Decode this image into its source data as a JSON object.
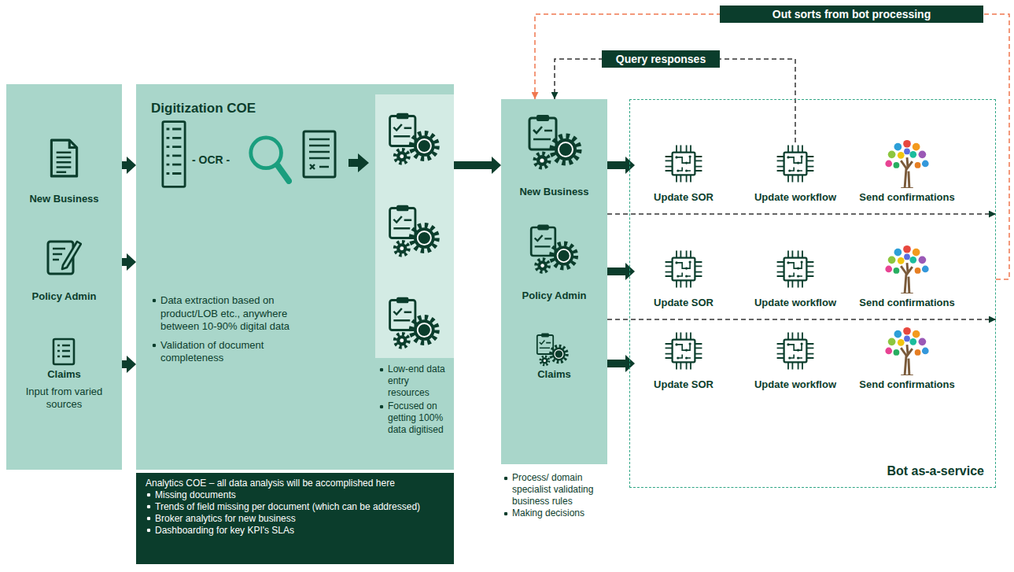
{
  "diagram": {
    "nodes": [
      {
        "text": [
          "Input from varied sources"
        ]
      },
      {
        "text": [
          "New Business"
        ],
        "in": 0
      },
      {
        "text": [
          "Policy Admin"
        ],
        "in": 0
      },
      {
        "text": [
          "Claims"
        ],
        "in": 0
      },
      {
        "text": [
          "Digitization COE",
          "Data extraction based on product/LOB etc., anywhere between 10-90% digital data",
          "Validation of document completeness"
        ]
      },
      {
        "text": [
          "Low-end data entry resources",
          "Focused on getting 100% data digitised"
        ],
        "in": 4
      },
      {
        "text": [
          "Analytics COE – all data analysis will be accomplished here",
          "Missing documents",
          "Trends of field missing per document (which can be addressed)",
          "Broker analytics for new business",
          "Dashboarding for key KPI's SLAs"
        ]
      },
      {
        "text": [
          "Process/ domain specialist validating business rules",
          "Making decisions"
        ]
      },
      {
        "text": [
          "New Business"
        ],
        "in": 7
      },
      {
        "text": [
          "Policy Admin"
        ],
        "in": 7
      },
      {
        "text": [
          "Claims"
        ],
        "in": 7
      },
      {
        "text": [
          "Bot as-a-service"
        ]
      },
      {
        "text": [
          "Update SOR"
        ],
        "in": 11
      },
      {
        "text": [
          "Update workflow"
        ],
        "in": 11
      },
      {
        "text": [
          "Send confirmations"
        ],
        "in": 11
      },
      {
        "text": [
          "Update SOR"
        ],
        "in": 11
      },
      {
        "text": [
          "Update workflow"
        ],
        "in": 11
      },
      {
        "text": [
          "Send confirmations"
        ],
        "in": 11
      },
      {
        "text": [
          "Update SOR"
        ],
        "in": 11
      },
      {
        "text": [
          "Update workflow"
        ],
        "in": 11
      },
      {
        "text": [
          "Send confirmations"
        ],
        "in": 11
      }
    ],
    "edges": [
      {
        "from": 1,
        "to": 4,
        "arrow": "to"
      },
      {
        "from": 2,
        "to": 4,
        "arrow": "to"
      },
      {
        "from": 3,
        "to": 4,
        "arrow": "to"
      },
      {
        "from": 4,
        "to": 7,
        "arrow": "to"
      },
      {
        "from": 8,
        "to": 12,
        "arrow": "to"
      },
      {
        "from": 9,
        "to": 15,
        "arrow": "to"
      },
      {
        "from": 10,
        "to": 18,
        "arrow": "to"
      },
      {
        "from": 7,
        "to": 11,
        "arrow": "to"
      },
      {
        "from": 7,
        "to": 11,
        "arrow": "to"
      },
      {
        "from": 13,
        "to": 7,
        "label": "Query responses",
        "arrow": "to"
      },
      {
        "from": 11,
        "to": 7,
        "label": "Out sorts from bot processing",
        "arrow": "to"
      }
    ],
    "labels": [
      "- OCR -"
    ]
  }
}
